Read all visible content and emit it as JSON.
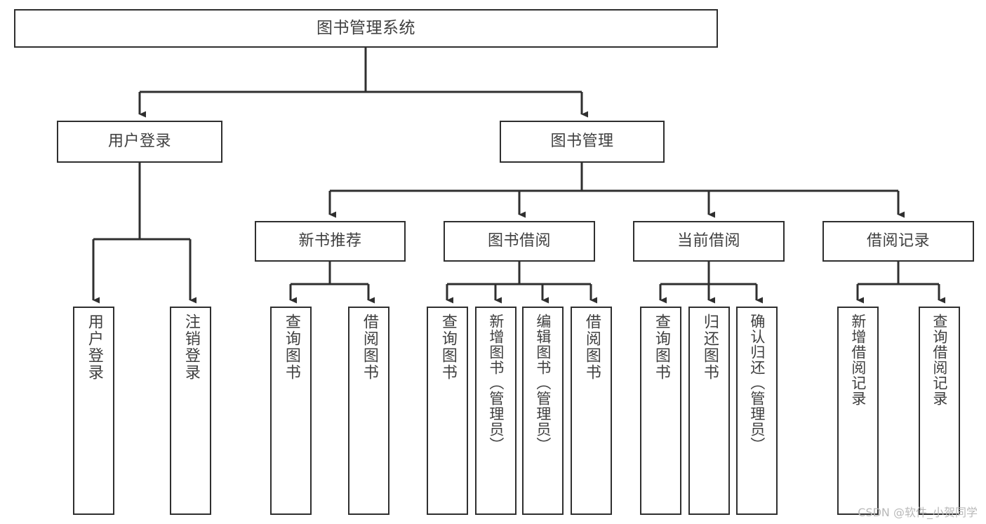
{
  "diagram": {
    "title": "图书管理系统",
    "type": "tree-hierarchy-chart",
    "watermark": "CSDN @软件_小贺同学",
    "line_color": "#2f2f2f",
    "text_color": "#3f3f3f",
    "background_color": "#ffffff"
  },
  "root": {
    "label": "图书管理系统"
  },
  "level2": {
    "user_login": {
      "label": "用户登录"
    },
    "book_management": {
      "label": "图书管理"
    }
  },
  "level3": {
    "new_book_recommend": {
      "label": "新书推荐"
    },
    "book_borrow": {
      "label": "图书借阅"
    },
    "current_borrow": {
      "label": "当前借阅"
    },
    "borrow_record": {
      "label": "借阅记录"
    }
  },
  "leaves": {
    "user_login": [
      {
        "label": "用户登录"
      },
      {
        "label": "注销登录"
      }
    ],
    "new_book_recommend": [
      {
        "label": "查询图书"
      },
      {
        "label": "借阅图书"
      }
    ],
    "book_borrow": [
      {
        "label": "查询图书"
      },
      {
        "label": "新增图书（管理员）"
      },
      {
        "label": "编辑图书（管理员）"
      },
      {
        "label": "借阅图书"
      }
    ],
    "current_borrow": [
      {
        "label": "查询图书"
      },
      {
        "label": "归还图书"
      },
      {
        "label": "确认归还（管理员）"
      }
    ],
    "borrow_record": [
      {
        "label": "新增借阅记录"
      },
      {
        "label": "查询借阅记录"
      }
    ]
  }
}
